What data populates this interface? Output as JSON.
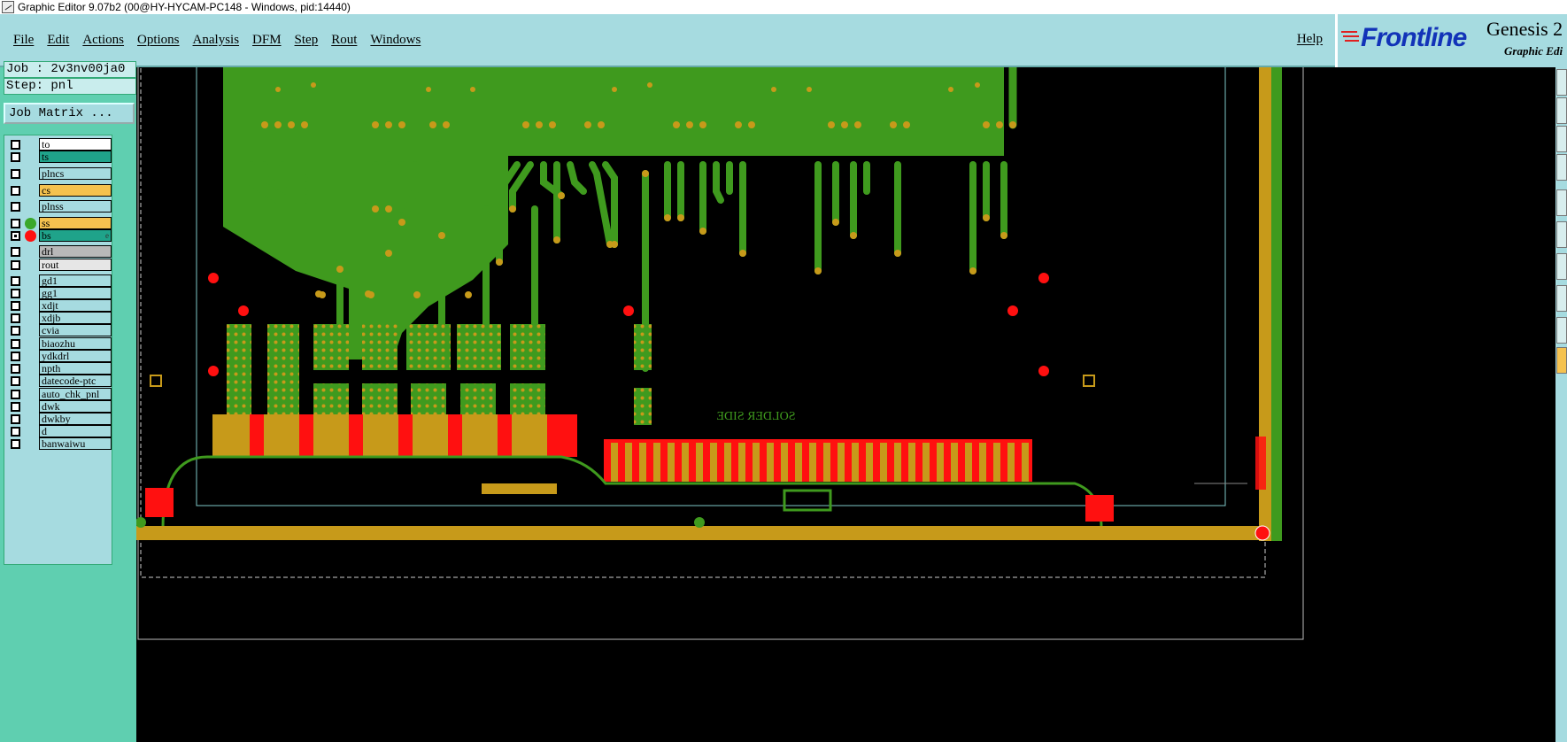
{
  "window": {
    "title": "Graphic Editor 9.07b2 (00@HY-HYCAM-PC148 - Windows, pid:14440)"
  },
  "menu": {
    "items": [
      "File",
      "Edit",
      "Actions",
      "Options",
      "Analysis",
      "DFM",
      "Step",
      "Rout",
      "Windows"
    ],
    "help": "Help"
  },
  "logo": {
    "brand": "Frontline",
    "product": "Genesis 2",
    "subtitle": "Graphic Edi"
  },
  "job": {
    "job_label": "Job : 2v3nv00ja0",
    "step_label": "Step: pnl",
    "matrix_button": "Job Matrix ..."
  },
  "layers": [
    {
      "name": "to",
      "color": "#ffffff",
      "dot": "",
      "checked": false
    },
    {
      "name": "ts",
      "color": "#1fa38a",
      "dot": "",
      "checked": false
    },
    {
      "name": "plncs",
      "color": "#a6dbe0",
      "dot": "",
      "checked": false
    },
    {
      "name": "cs",
      "color": "#f5c24f",
      "dot": "",
      "checked": false
    },
    {
      "name": "plnss",
      "color": "#a6dbe0",
      "dot": "",
      "checked": false
    },
    {
      "name": "ss",
      "color": "#f5c24f",
      "dot": "#3aa82a",
      "checked": false
    },
    {
      "name": "bs",
      "color": "#1fa38a",
      "dot": "#ff1010",
      "checked": true,
      "flag": "e"
    },
    {
      "name": "drl",
      "color": "#b8b8b8",
      "dot": "",
      "checked": false
    },
    {
      "name": "rout",
      "color": "#e6e6e6",
      "dot": "",
      "checked": false
    },
    {
      "name": "gd1",
      "color": "#a6dbe0",
      "dot": "",
      "checked": false
    },
    {
      "name": "gg1",
      "color": "#a6dbe0",
      "dot": "",
      "checked": false
    },
    {
      "name": "xdjt",
      "color": "#a6dbe0",
      "dot": "",
      "checked": false
    },
    {
      "name": "xdjb",
      "color": "#a6dbe0",
      "dot": "",
      "checked": false
    },
    {
      "name": "cvia",
      "color": "#a6dbe0",
      "dot": "",
      "checked": false
    },
    {
      "name": "biaozhu",
      "color": "#a6dbe0",
      "dot": "",
      "checked": false
    },
    {
      "name": "ydkdrl",
      "color": "#a6dbe0",
      "dot": "",
      "checked": false
    },
    {
      "name": "npth",
      "color": "#a6dbe0",
      "dot": "",
      "checked": false
    },
    {
      "name": "datecode-ptc",
      "color": "#a6dbe0",
      "dot": "",
      "checked": false
    },
    {
      "name": "auto_chk_pnl",
      "color": "#a6dbe0",
      "dot": "",
      "checked": false
    },
    {
      "name": "dwk",
      "color": "#a6dbe0",
      "dot": "",
      "checked": false
    },
    {
      "name": "dwkby",
      "color": "#a6dbe0",
      "dot": "",
      "checked": false
    },
    {
      "name": "d",
      "color": "#a6dbe0",
      "dot": "",
      "checked": false
    },
    {
      "name": "banwaiwu",
      "color": "#a6dbe0",
      "dot": "",
      "checked": false
    }
  ],
  "canvas": {
    "silkscreen_text": "SOLDER SIDE"
  },
  "colors": {
    "copper": "#3f9a1e",
    "pad": "#c79a1a",
    "mask": "#ff1010",
    "panel_bg": "#a6dbe0",
    "side_panel": "#5fcfb0"
  }
}
